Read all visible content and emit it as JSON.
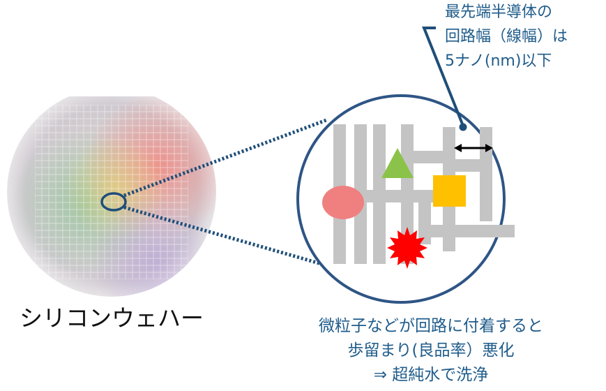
{
  "callout": {
    "lines": [
      "最先端半導体の",
      "回路幅（線幅）は",
      "5ナノ(nm)以下"
    ]
  },
  "wafer_label": "シリコンウェハー",
  "caption": {
    "lines": [
      "微粒子などが回路に付着すると",
      "歩留まり(良品率）悪化",
      "⇒ 超純水で洗浄"
    ]
  },
  "colors": {
    "accent": "#1f4e79",
    "text_blue": "#1f5c8b",
    "trace": "#c4c4c4",
    "particle_ellipse": "#f08080",
    "particle_triangle": "#8bc34a",
    "particle_square": "#ffc000",
    "particle_star": "#ff0000"
  }
}
